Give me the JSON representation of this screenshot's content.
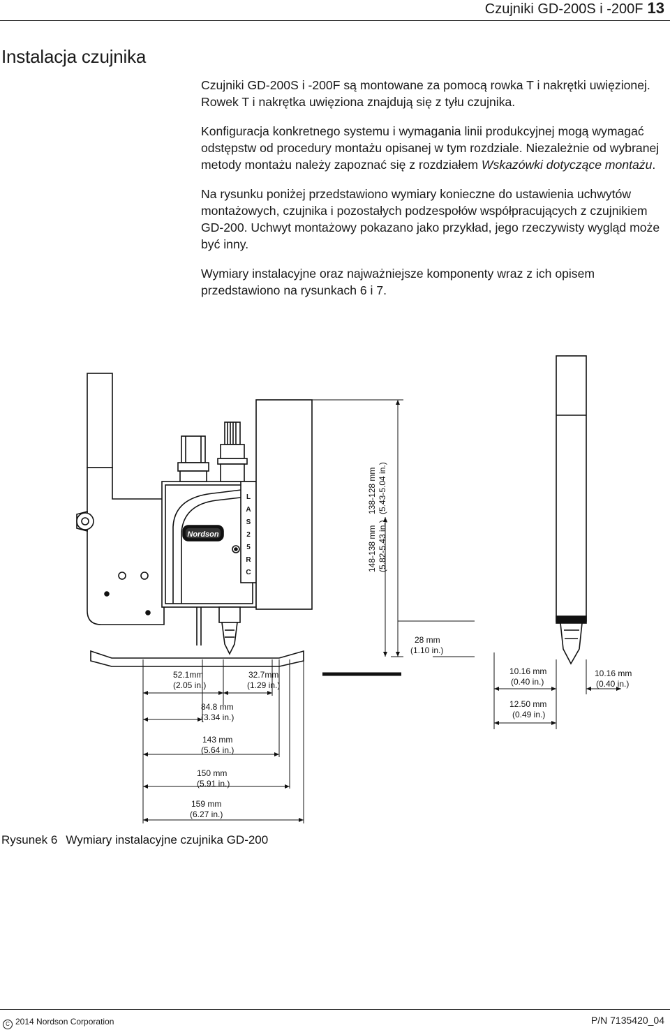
{
  "header": {
    "title": "Czujniki GD-200S i -200F",
    "page_number": "13"
  },
  "section": {
    "title": "Instalacja czujnika"
  },
  "paragraphs": {
    "p1": "Czujniki GD-200S i -200F są montowane za pomocą rowka T i nakrętki uwięzionej. Rowek T i nakrętka uwięziona znajdują się z tyłu czujnika.",
    "p2_a": "Konfiguracja konkretnego systemu i wymagania linii produkcyjnej mogą wymagać odstępstw od procedury montażu opisanej w tym rozdziale. Niezależnie od wybranej metody montażu należy zapoznać się z rozdziałem ",
    "p2_em": "Wskazówki dotyczące montażu",
    "p2_end": ".",
    "p3": "Na rysunku poniżej przedstawiono wymiary konieczne do ustawienia uchwytów montażowych, czujnika i pozostałych podzespołów współpracujących z czujnikiem GD-200. Uchwyt montażowy pokazano jako przykład, jego rzeczywisty wygląd może być inny.",
    "p4": "Wymiary instalacyjne oraz najważniejsze komponenty wraz z ich opisem przedstawiono na rysunkach 6 i 7."
  },
  "figure": {
    "logo_text": "Nordson",
    "label_letters": [
      "L",
      "A",
      "S",
      "2",
      "5",
      "R",
      "C"
    ],
    "dims": {
      "d148": "148-138 mm",
      "d148_in": "(5.82-5.43 in.)",
      "d138": "138-128 mm",
      "d138_in": "(5.43-5.04 in.)",
      "d28": "28 mm",
      "d28_in": "(1.10 in.)",
      "d52": "52.1mm",
      "d52_in": "(2.05 in.)",
      "d32": "32.7mm",
      "d32_in": "(1.29 in.)",
      "d84": "84.8 mm",
      "d84_in": "(3.34 in.)",
      "d143": "143 mm",
      "d143_in": "(5.64 in.)",
      "d150": "150 mm",
      "d150_in": "(5.91 in.)",
      "d159": "159 mm",
      "d159_in": "(6.27 in.)",
      "d10a": "10.16 mm",
      "d10a_in": "(0.40 in.)",
      "d10b": "10.16 mm",
      "d10b_in": "(0.40 in.)",
      "d12": "12.50 mm",
      "d12_in": "(0.49 in.)"
    }
  },
  "caption": {
    "label": "Rysunek 6",
    "text": "Wymiary instalacyjne czujnika GD-200"
  },
  "footer": {
    "copyright": "2014 Nordson Corporation",
    "copyright_symbol": "C",
    "part_number": "P/N 7135420_04"
  }
}
